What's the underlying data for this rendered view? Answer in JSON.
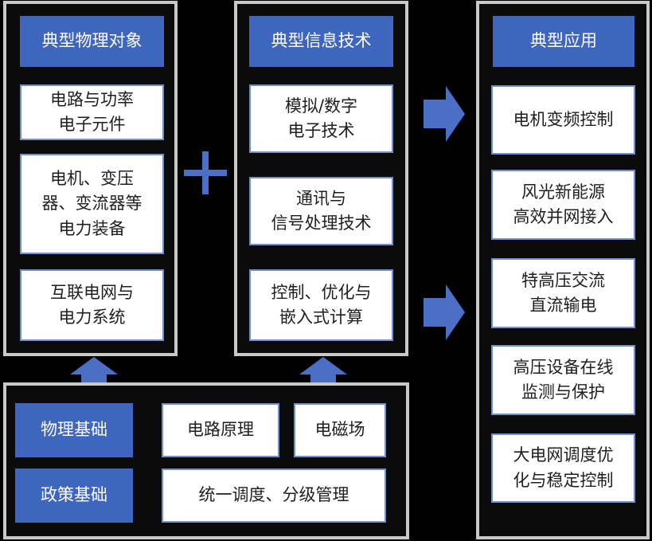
{
  "physical_objects": {
    "header": "典型物理对象",
    "items": [
      "电路与功率\n电子元件",
      "电机、变压\n器、变流器等\n电力装备",
      "互联电网与\n电力系统"
    ]
  },
  "info_tech": {
    "header": "典型信息技术",
    "items": [
      "模拟/数字\n电子技术",
      "通讯与\n信号处理技术",
      "控制、优化与\n嵌入式计算"
    ]
  },
  "applications": {
    "header": "典型应用",
    "items": [
      "电机变频控制",
      "风光新能源\n高效并网接入",
      "特高压交流\n直流输电",
      "高压设备在线\n监测与保护",
      "大电网调度优\n化与稳定控制"
    ]
  },
  "foundation": {
    "physics_label": "物理基础",
    "policy_label": "政策基础",
    "physics_items": [
      "电路原理",
      "电磁场"
    ],
    "policy_item": "统一调度、分级管理"
  },
  "plus_symbol": "+",
  "colors": {
    "header_blue": "#3f66bf",
    "arrow_blue": "#4a6fc4",
    "panel_border": "#c9c9c9",
    "box_border": "#6f8fcf"
  }
}
